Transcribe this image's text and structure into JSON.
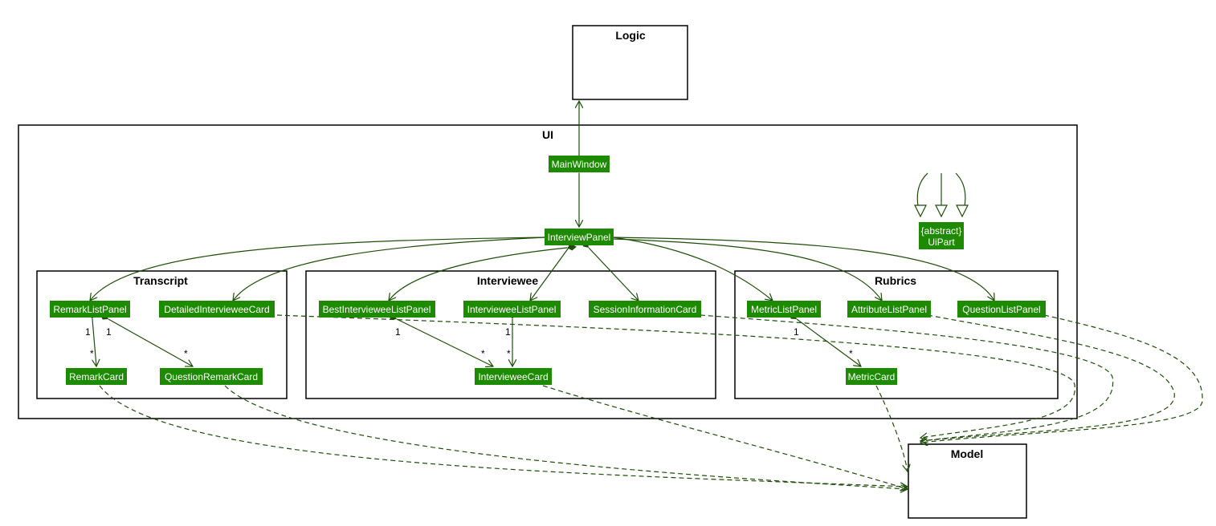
{
  "packages": {
    "logic": "Logic",
    "ui": "UI",
    "model": "Model",
    "transcript": "Transcript",
    "interviewee": "Interviewee",
    "rubrics": "Rubrics"
  },
  "classes": {
    "main_window": "MainWindow",
    "interview_panel": "InterviewPanel",
    "uipart_stereotype": "{abstract}",
    "uipart_name": "UiPart",
    "remark_list_panel": "RemarkListPanel",
    "detailed_interviewee_card": "DetailedIntervieweeCard",
    "remark_card": "RemarkCard",
    "question_remark_card": "QuestionRemarkCard",
    "best_interviewee_list_panel": "BestIntervieweeListPanel",
    "interviewee_list_panel": "IntervieweeListPanel",
    "session_information_card": "SessionInformationCard",
    "interviewee_card": "IntervieweeCard",
    "metric_list_panel": "MetricListPanel",
    "attribute_list_panel": "AttributeListPanel",
    "question_list_panel": "QuestionListPanel",
    "metric_card": "MetricCard"
  },
  "multiplicities": {
    "one": "1",
    "many": "*"
  },
  "colors": {
    "class_fill": "#1e8a00",
    "edge": "#1e4d0a"
  }
}
